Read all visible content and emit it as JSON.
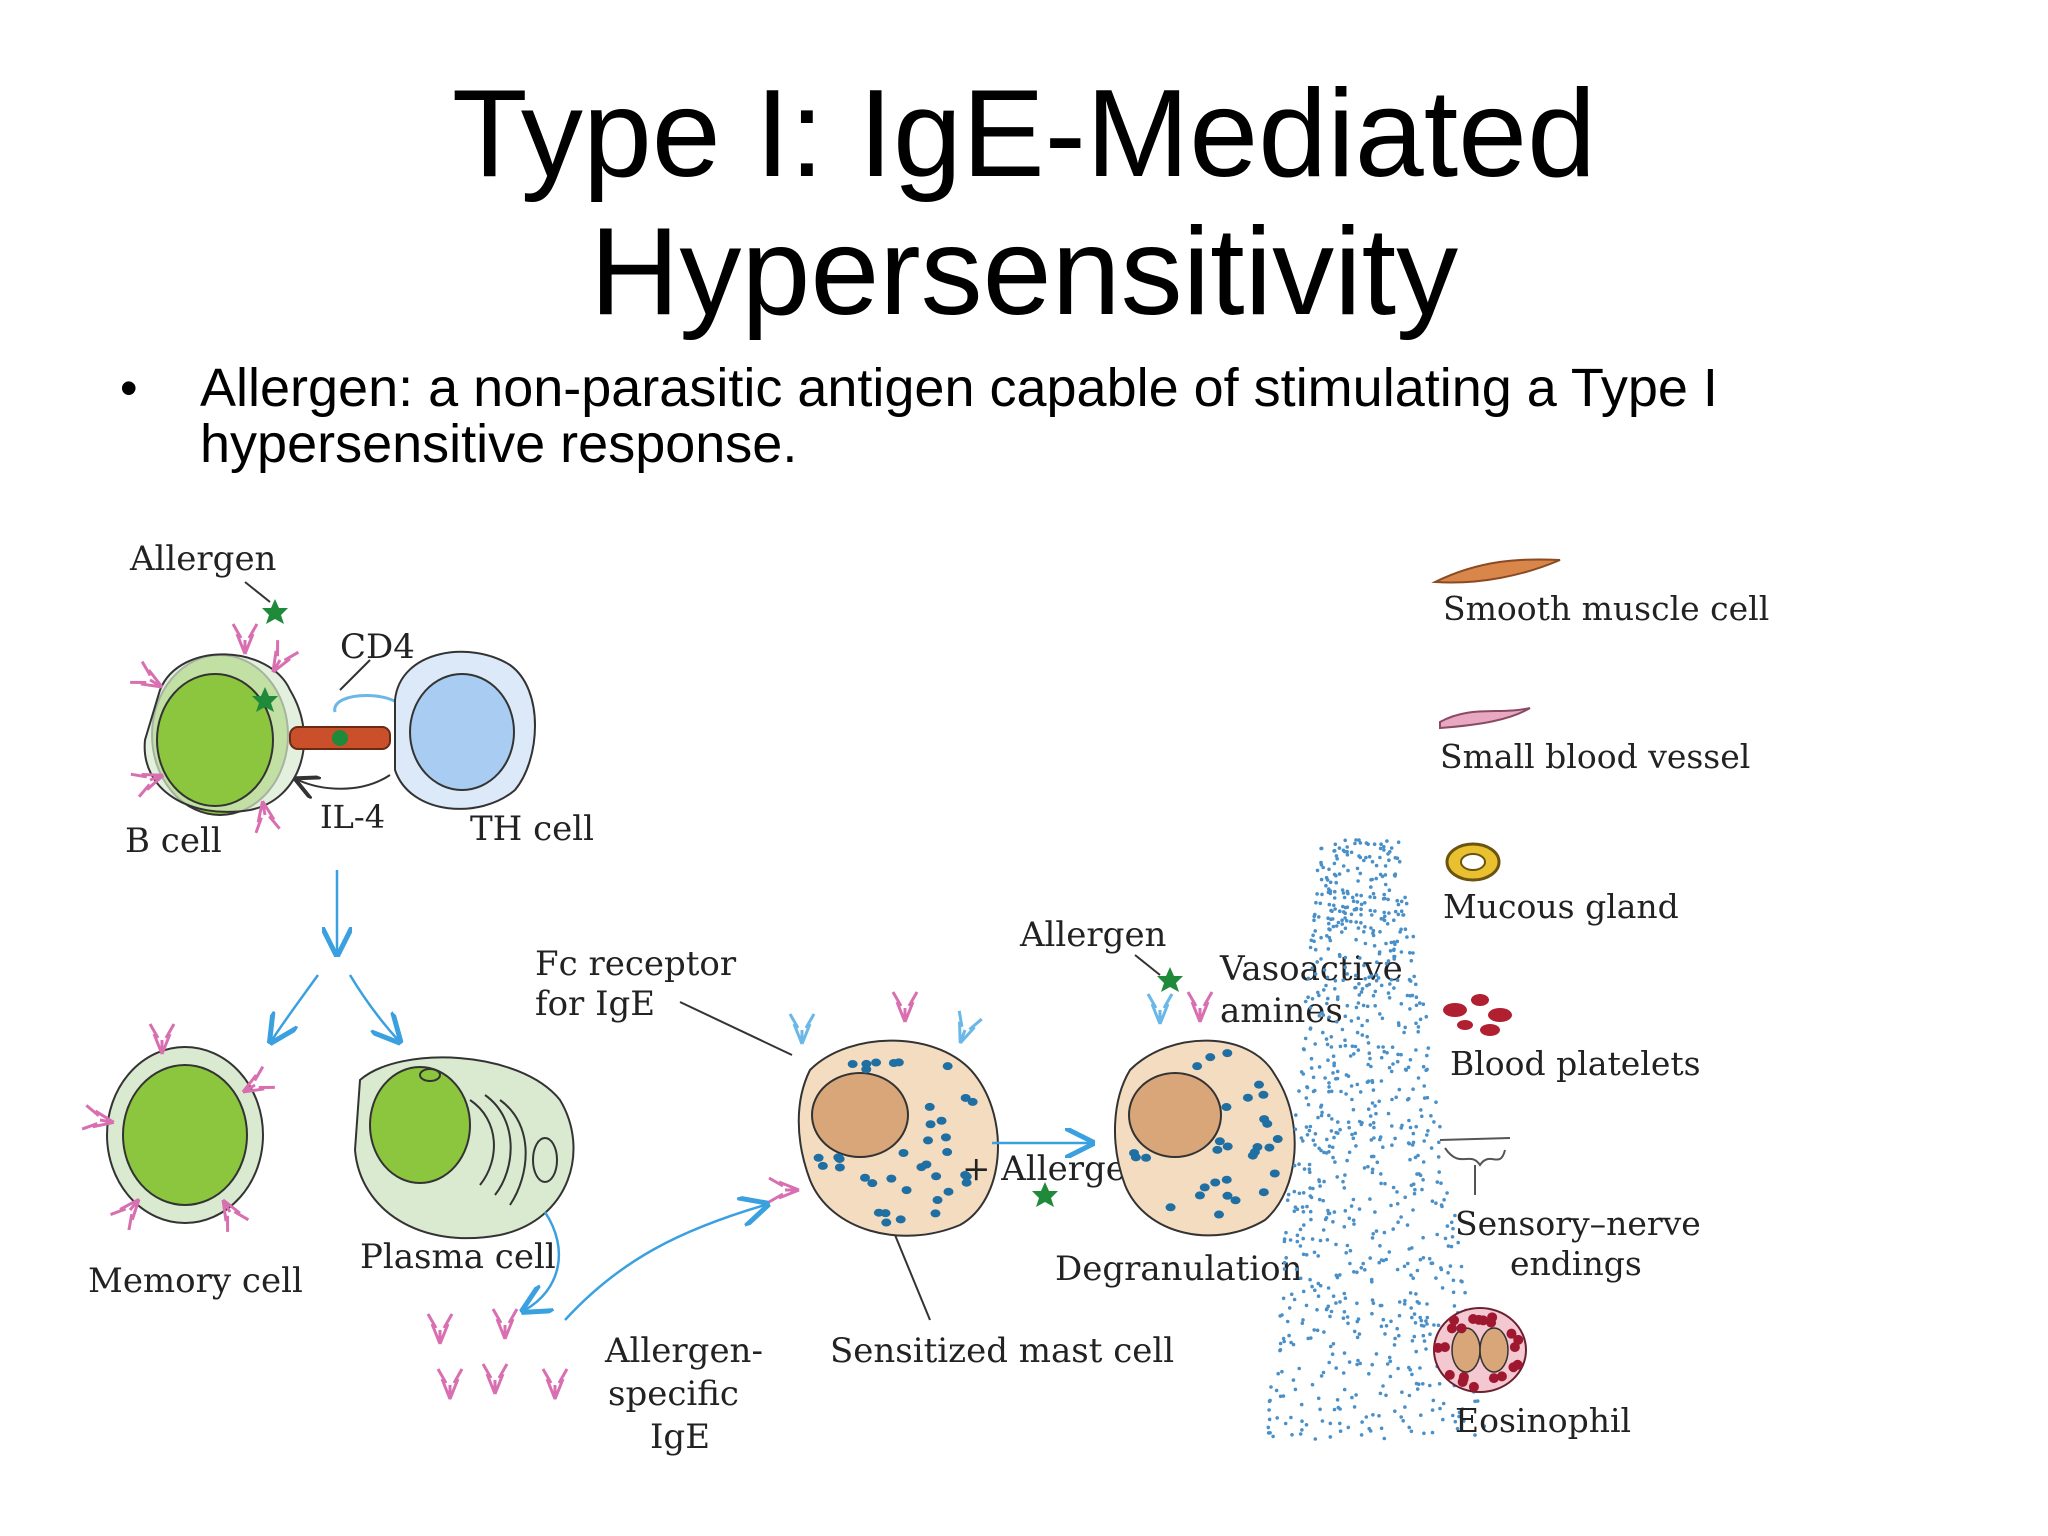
{
  "title": {
    "line1": "Type I:  IgE-Mediated",
    "line2": "Hypersensitivity"
  },
  "bullet": {
    "text": "Allergen: a non-parasitic antigen capable of stimulating a Type I hypersensitive response."
  },
  "diagram": {
    "labels": {
      "allergen_top": "Allergen",
      "cd4": "CD4",
      "b_cell": "B cell",
      "il4": "IL-4",
      "th_cell": "TH cell",
      "memory_cell": "Memory cell",
      "plasma_cell": "Plasma cell",
      "fc_receptor": "Fc receptor",
      "for_ige": "for IgE",
      "allergen_specific": "Allergen-",
      "specific": "specific",
      "ige": "IgE",
      "sensitized_mast_cell": "Sensitized mast cell",
      "plus_allergen": "+ Allergen",
      "allergen_mid": "Allergen",
      "vasoactive": "Vasoactive",
      "amines": "amines",
      "degranulation": "Degranulation"
    },
    "targets": [
      {
        "label": "Smooth muscle cell"
      },
      {
        "label": "Small blood vessel"
      },
      {
        "label": "Mucous gland"
      },
      {
        "label": "Blood platelets"
      },
      {
        "label": "Sensory–nerve",
        "label2": "endings"
      },
      {
        "label": "Eosinophil"
      }
    ],
    "colors": {
      "bcell_fill": "#d9ead0",
      "nucleus_green": "#8cc63f",
      "th_fill": "#dbe9f8",
      "th_nucleus": "#a9cdf2",
      "mast_fill": "#f4dcc0",
      "mast_nucleus": "#d9a67a",
      "granule": "#1f6fa3",
      "antibody": "#d86fb0",
      "arrow_blue": "#3aa0e0",
      "allergen_green": "#1f8a3a",
      "amine_dots": "#4a90c8"
    }
  }
}
